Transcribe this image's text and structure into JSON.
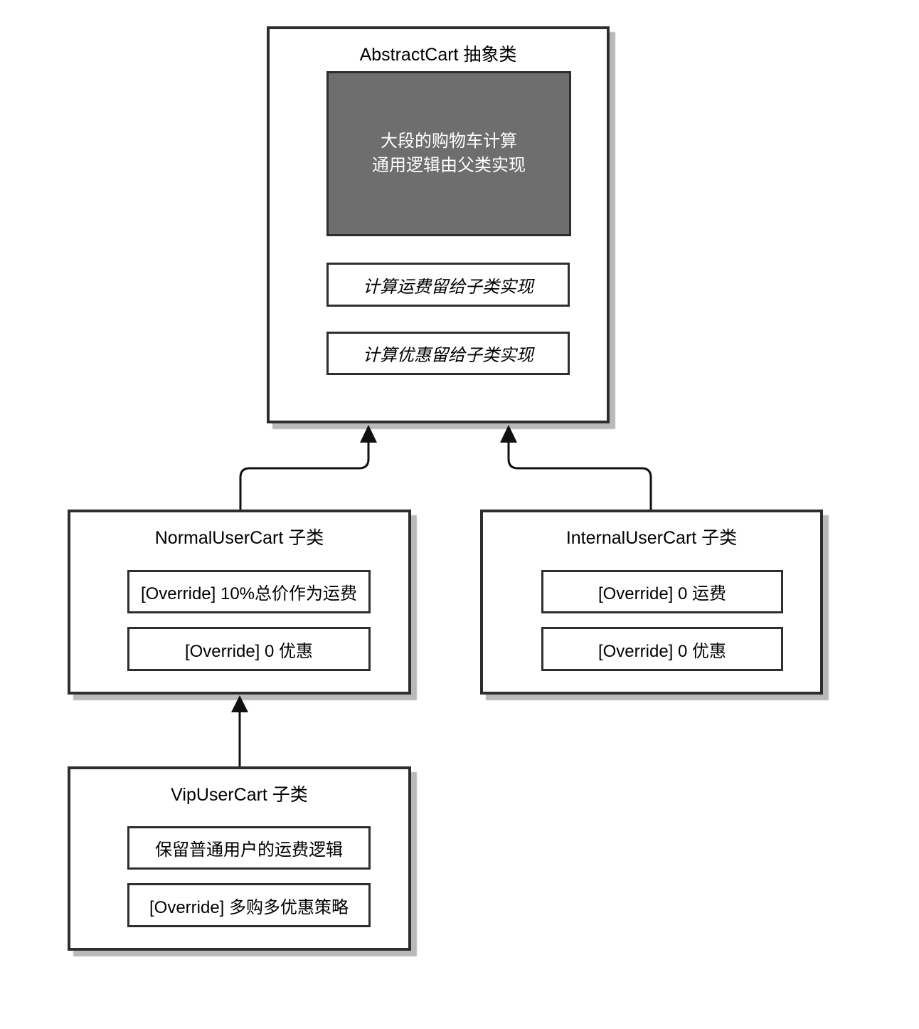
{
  "diagram": {
    "type": "class-inheritance-diagram",
    "nodes": {
      "abstract": {
        "title": "AbstractCart 抽象类",
        "highlight_lines": [
          "大段的购物车计算",
          "通用逻辑由父类实现"
        ],
        "methods": [
          "计算运费留给子类实现",
          "计算优惠留给子类实现"
        ]
      },
      "normal": {
        "title": "NormalUserCart 子类",
        "methods": [
          "[Override] 10%总价作为运费",
          "[Override] 0 优惠"
        ]
      },
      "internal": {
        "title": "InternalUserCart 子类",
        "methods": [
          "[Override] 0 运费",
          "[Override] 0 优惠"
        ]
      },
      "vip": {
        "title": "VipUserCart 子类",
        "methods": [
          "保留普通用户的运费逻辑",
          "[Override] 多购多优惠策略"
        ]
      }
    },
    "relations": [
      {
        "from": "NormalUserCart",
        "to": "AbstractCart",
        "type": "inheritance"
      },
      {
        "from": "InternalUserCart",
        "to": "AbstractCart",
        "type": "inheritance"
      },
      {
        "from": "VipUserCart",
        "to": "NormalUserCart",
        "type": "inheritance"
      }
    ],
    "colors": {
      "border": "#2e2e2e",
      "shadow": "#b9b9b9",
      "highlight_fill": "#6e6e6e",
      "highlight_text": "#ffffff",
      "line": "#111111",
      "background": "#ffffff"
    }
  }
}
